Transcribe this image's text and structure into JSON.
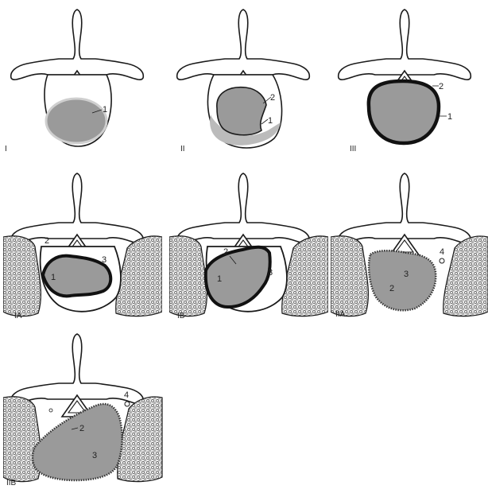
{
  "figure": {
    "panels": [
      {
        "id": "I",
        "caption": "I",
        "numbers": [
          "1"
        ]
      },
      {
        "id": "II",
        "caption": "II",
        "numbers": [
          "2",
          "1"
        ]
      },
      {
        "id": "III",
        "caption": "III",
        "numbers": [
          "2",
          "1"
        ]
      },
      {
        "id": "IA",
        "caption": "IA",
        "numbers": [
          "2",
          "3",
          "1"
        ]
      },
      {
        "id": "IB",
        "caption": "IB",
        "numbers": [
          "2",
          "1",
          "3"
        ]
      },
      {
        "id": "IIA",
        "caption": "IIA",
        "numbers": [
          "4",
          "3",
          "2"
        ]
      },
      {
        "id": "IIB",
        "caption": "IIB",
        "numbers": [
          "4",
          "2",
          "3"
        ]
      }
    ]
  },
  "colors": {
    "outline": "#1a1a1a",
    "lesion_fill": "#8f8f8f",
    "muscle_fill": "#cfcfcf"
  },
  "icons": [
    "vertebra-cross-section-icon"
  ]
}
